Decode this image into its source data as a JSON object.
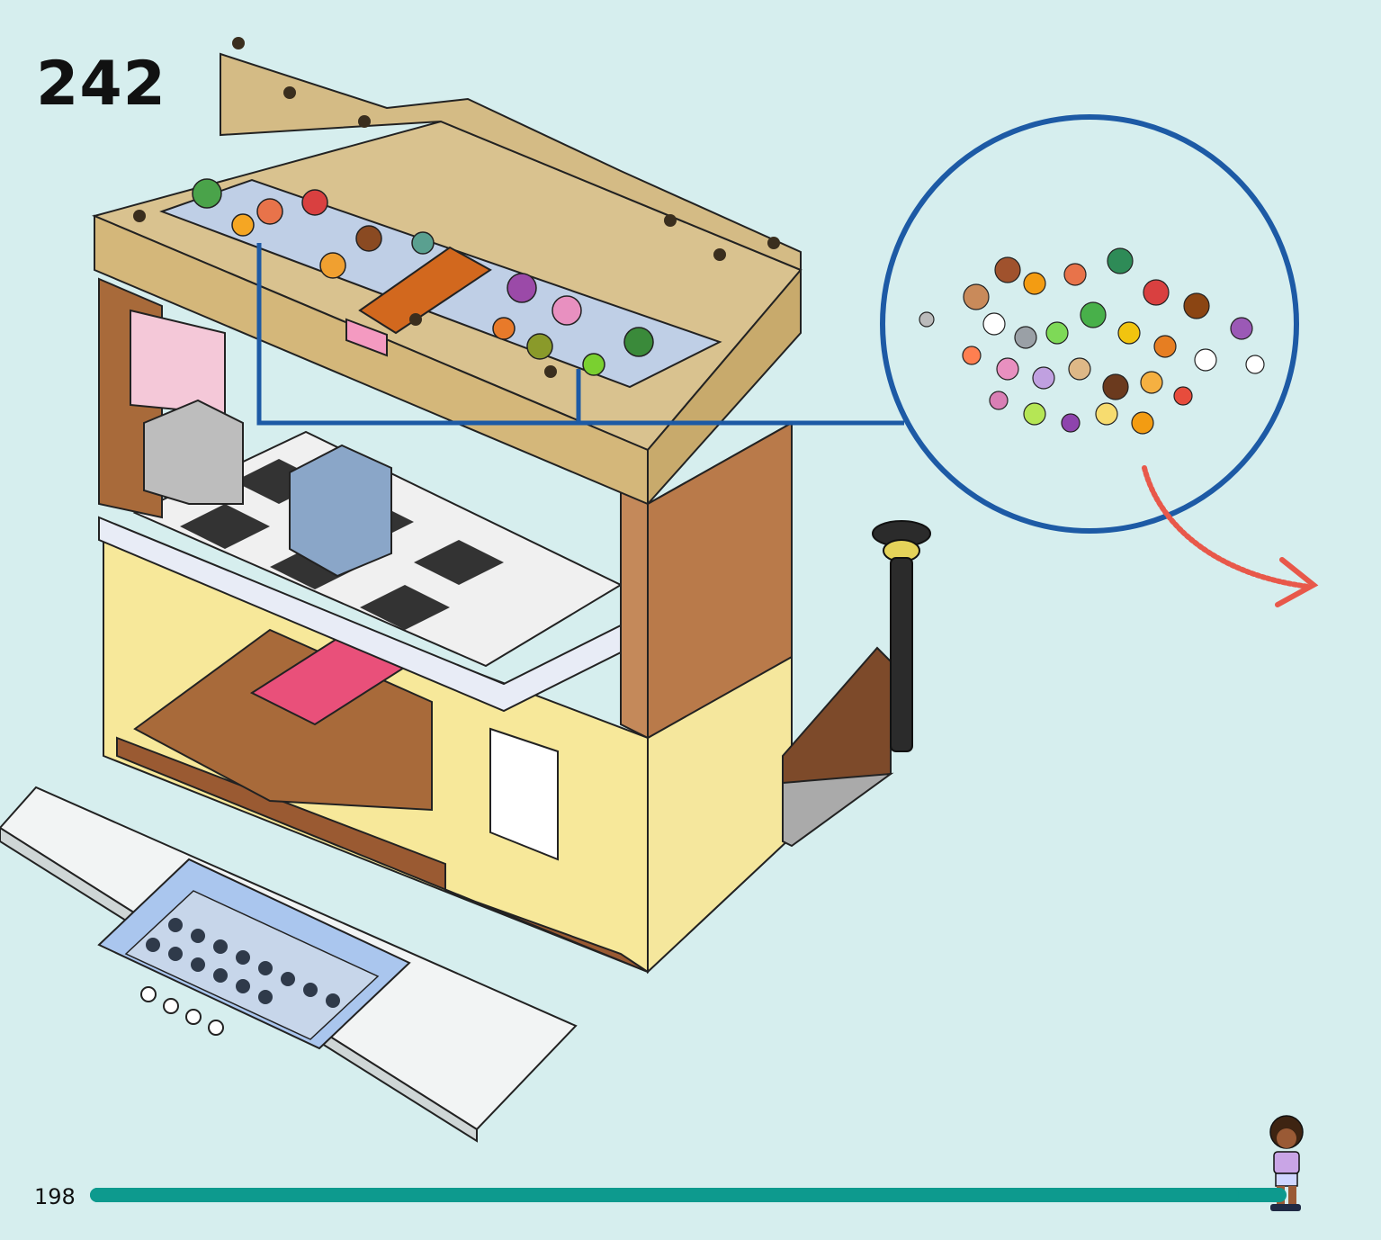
{
  "step": {
    "number": "242"
  },
  "footer": {
    "page_number": "198",
    "progress": 0.96
  },
  "colors": {
    "background": "#d6eeee",
    "callout_ring": "#1d5aa5",
    "progress_bar": "#0d9a8e",
    "turn_arrow": "#e8584a"
  },
  "icons": {
    "turn_arrow": "curved-arrow-icon",
    "character": "minifigure-icon"
  }
}
